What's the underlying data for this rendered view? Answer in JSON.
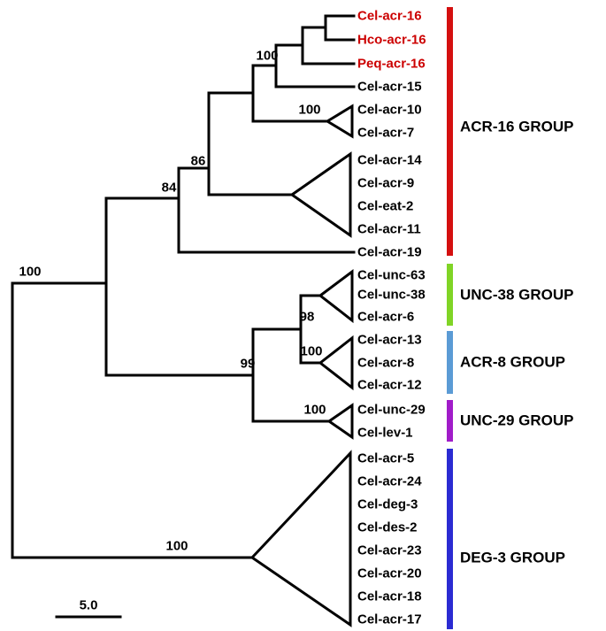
{
  "figure": {
    "type": "phylogenetic-tree",
    "line_color": "#000000",
    "scale_bar": {
      "label": "5.0"
    },
    "taxa": [
      {
        "label": "Cel-acr-16",
        "color": "#cc0000"
      },
      {
        "label": "Hco-acr-16",
        "color": "#cc0000"
      },
      {
        "label": "Peq-acr-16",
        "color": "#cc0000"
      },
      {
        "label": "Cel-acr-15",
        "color": "#000000"
      },
      {
        "label": "Cel-acr-10",
        "color": "#000000"
      },
      {
        "label": "Cel-acr-7",
        "color": "#000000"
      },
      {
        "label": "Cel-acr-14",
        "color": "#000000"
      },
      {
        "label": "Cel-acr-9",
        "color": "#000000"
      },
      {
        "label": "Cel-eat-2",
        "color": "#000000"
      },
      {
        "label": "Cel-acr-11",
        "color": "#000000"
      },
      {
        "label": "Cel-acr-19",
        "color": "#000000"
      },
      {
        "label": "Cel-unc-63",
        "color": "#000000"
      },
      {
        "label": "Cel-unc-38",
        "color": "#000000"
      },
      {
        "label": "Cel-acr-6",
        "color": "#000000"
      },
      {
        "label": "Cel-acr-13",
        "color": "#000000"
      },
      {
        "label": "Cel-acr-8",
        "color": "#000000"
      },
      {
        "label": "Cel-acr-12",
        "color": "#000000"
      },
      {
        "label": "Cel-unc-29",
        "color": "#000000"
      },
      {
        "label": "Cel-lev-1",
        "color": "#000000"
      },
      {
        "label": "Cel-acr-5",
        "color": "#000000"
      },
      {
        "label": "Cel-acr-24",
        "color": "#000000"
      },
      {
        "label": "Cel-deg-3",
        "color": "#000000"
      },
      {
        "label": "Cel-des-2",
        "color": "#000000"
      },
      {
        "label": "Cel-acr-23",
        "color": "#000000"
      },
      {
        "label": "Cel-acr-20",
        "color": "#000000"
      },
      {
        "label": "Cel-acr-18",
        "color": "#000000"
      },
      {
        "label": "Cel-acr-17",
        "color": "#000000"
      }
    ],
    "bootstrap_values": [
      "100",
      "100",
      "86",
      "84",
      "100",
      "98",
      "100",
      "99",
      "100",
      "100"
    ],
    "groups": [
      {
        "label": "ACR-16 GROUP",
        "color": "#d40f0f"
      },
      {
        "label": "UNC-38 GROUP",
        "color": "#80d426"
      },
      {
        "label": "ACR-8 GROUP",
        "color": "#5b9bd5"
      },
      {
        "label": "UNC-29 GROUP",
        "color": "#a11cc9"
      },
      {
        "label": "DEG-3 GROUP",
        "color": "#2b2bd2"
      }
    ]
  }
}
